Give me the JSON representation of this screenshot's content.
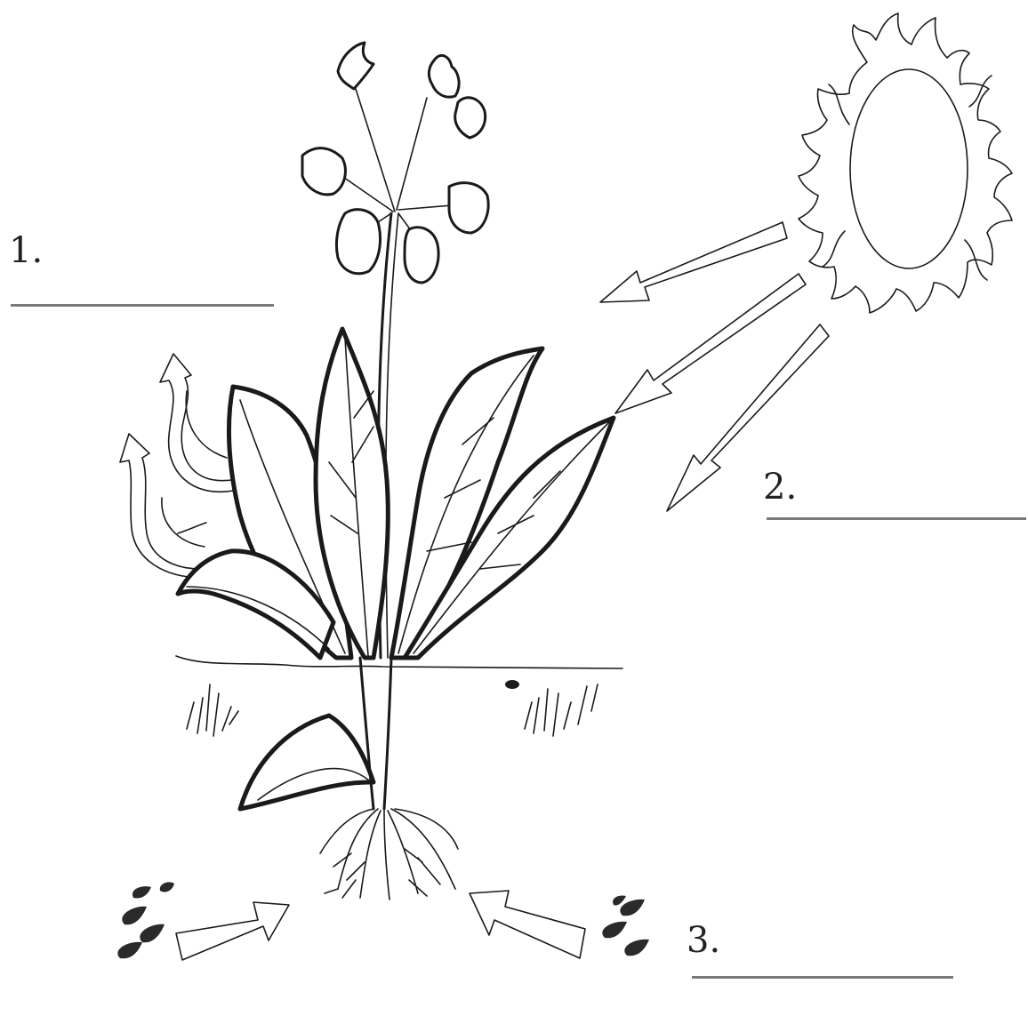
{
  "diagram": {
    "labels": [
      {
        "id": "1",
        "text": "1."
      },
      {
        "id": "2",
        "text": "2."
      },
      {
        "id": "3",
        "text": "3."
      }
    ],
    "answer_blanks": [
      {
        "for": "1",
        "value": ""
      },
      {
        "for": "2",
        "value": ""
      },
      {
        "for": "3",
        "value": ""
      }
    ],
    "colors": {
      "ink": "#1a1a1a",
      "answer_line": "#7a7a7a",
      "background": "#ffffff"
    },
    "icons": [
      "plant-icon",
      "sun-icon",
      "sunlight-arrow-icon",
      "air-arrow-icon",
      "water-droplet-icon",
      "soil-arrow-icon",
      "grass-icon"
    ]
  }
}
